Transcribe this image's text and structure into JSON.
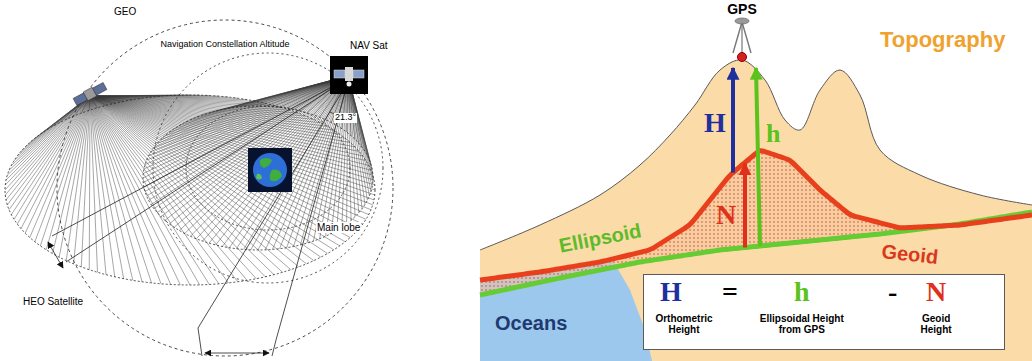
{
  "diagram": {
    "nodes": [
      {
        "text": [
          "H",
          "=",
          "h",
          "-",
          "N",
          "Orthometric Height",
          "Ellipsoidal Height from GPS",
          "Geoid Height"
        ]
      }
    ],
    "labels": [
      "GEO",
      "Navigation Constellation Altitude",
      "NAV Sat",
      "21.3°",
      "Main lobe",
      "HEO Satellite",
      "GPS",
      "Topography",
      "H",
      "h",
      "N",
      "Ellipsoid",
      "Geoid",
      "Oceans"
    ]
  }
}
